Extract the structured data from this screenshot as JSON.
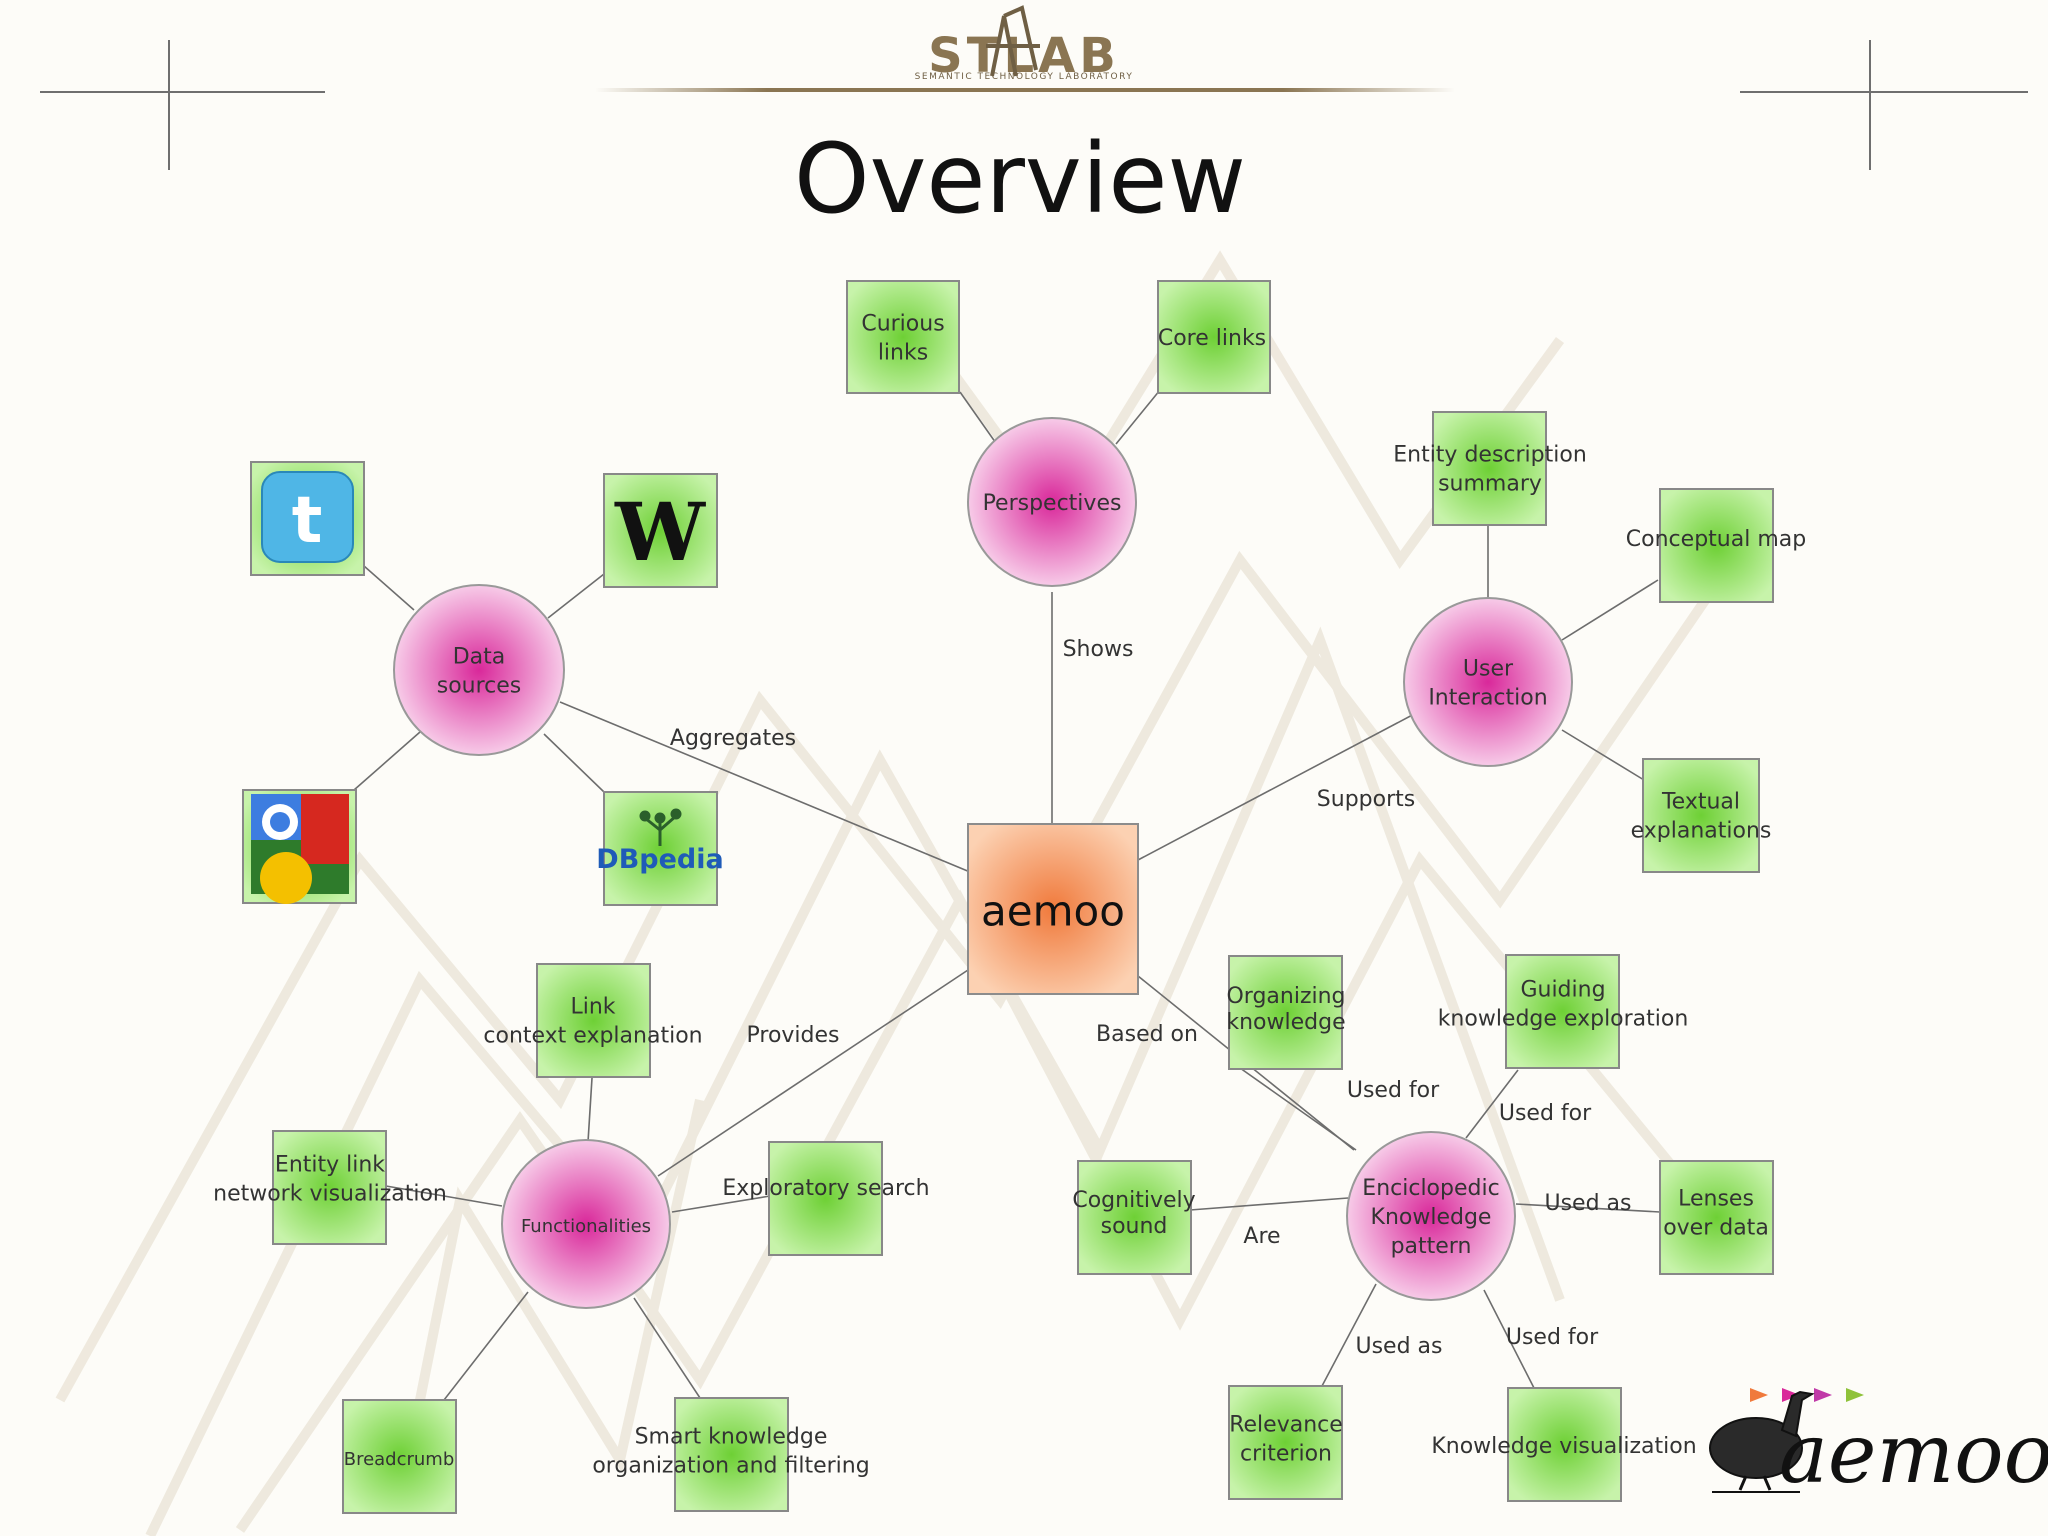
{
  "header": {
    "logo": "STLAB",
    "logo_subtitle": "SEMANTIC TECHNOLOGY LABORATORY",
    "title": "Overview"
  },
  "hub": {
    "label": "aemoo"
  },
  "circles": {
    "perspectives": [
      "Perspectives"
    ],
    "data_sources": [
      "Data",
      "sources"
    ],
    "user_interaction": [
      "User",
      "Interaction"
    ],
    "functionalities": [
      "Functionalities"
    ],
    "ekp": [
      "Enciclopedic",
      "Knowledge",
      "pattern"
    ]
  },
  "boxes": {
    "curious_links": [
      "Curious",
      "links"
    ],
    "core_links": [
      "Core links"
    ],
    "entity_description": [
      "Entity description",
      "summary"
    ],
    "conceptual_map": [
      "Conceptual map"
    ],
    "textual_explanations": [
      "Textual",
      "explanations"
    ],
    "link_context": [
      "Link",
      "context explanation"
    ],
    "entity_link_network": [
      "Entity link",
      "network visualization"
    ],
    "exploratory_search": [
      "Exploratory search"
    ],
    "breadcrumb": [
      "Breadcrumb"
    ],
    "smart_knowledge": [
      "Smart knowledge",
      "organization and filtering"
    ],
    "organizing_knowledge": [
      "Organizing",
      "knowledge"
    ],
    "guiding_exploration": [
      "Guiding",
      "knowledge exploration"
    ],
    "cognitively_sound": [
      "Cognitively",
      "sound"
    ],
    "lenses_over_data": [
      "Lenses",
      "over data"
    ],
    "relevance_criterion": [
      "Relevance",
      "criterion"
    ],
    "knowledge_visualization": [
      "Knowledge visualization"
    ]
  },
  "source_logos": {
    "twitter": "twitter-logo",
    "wikipedia": "W",
    "google": "google-logo",
    "dbpedia": "DBpedia"
  },
  "edge_labels": {
    "aggregates": "Aggregates",
    "shows": "Shows",
    "supports": "Supports",
    "provides": "Provides",
    "based_on": "Based on",
    "used_for_1": "Used for",
    "used_for_2": "Used for",
    "used_as_1": "Used as",
    "are": "Are",
    "used_as_2": "Used as",
    "used_for_3": "Used for"
  },
  "footer_logo": {
    "text": "aemoo"
  },
  "colors": {
    "hub_orange": "#f07a3c",
    "circle_magenta": "#d9289a",
    "box_green": "#8fe06a",
    "logo_brown": "#8a7552"
  }
}
